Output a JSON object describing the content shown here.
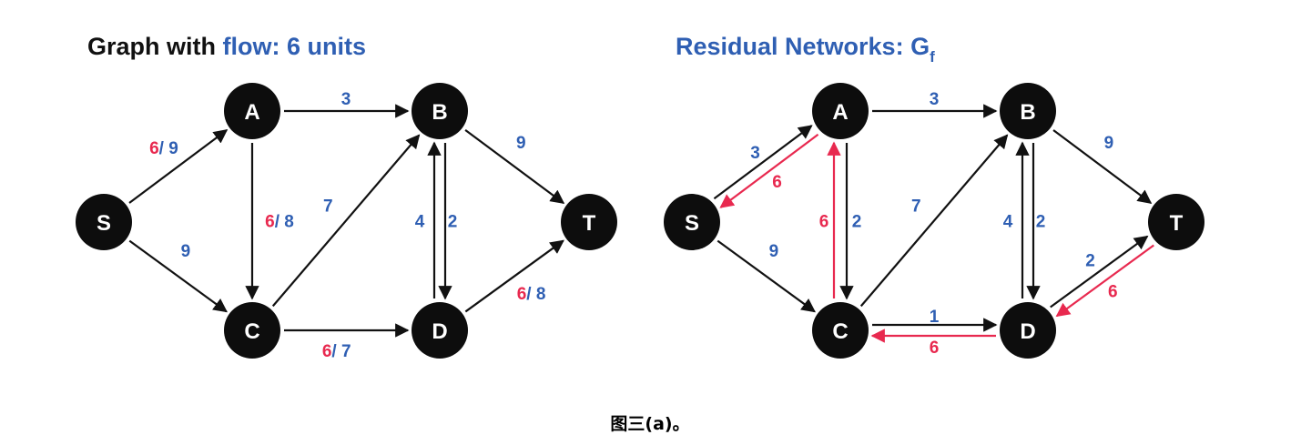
{
  "colors": {
    "black": "#111111",
    "blue": "#2f5fb3",
    "red": "#e8294f",
    "node_fill": "#0d0d0d",
    "node_text": "#ffffff"
  },
  "left_graph": {
    "title_prefix": "Graph with ",
    "title_highlight": "flow: 6 units",
    "nodes": [
      "S",
      "A",
      "B",
      "C",
      "D",
      "T"
    ],
    "edges": [
      {
        "from": "S",
        "to": "A",
        "flow": "6",
        "cap": "9"
      },
      {
        "from": "S",
        "to": "C",
        "flow": "",
        "cap": "9"
      },
      {
        "from": "A",
        "to": "B",
        "flow": "",
        "cap": "3"
      },
      {
        "from": "A",
        "to": "C",
        "flow": "6",
        "cap": "8"
      },
      {
        "from": "C",
        "to": "B",
        "flow": "",
        "cap": "7"
      },
      {
        "from": "B",
        "to": "D",
        "flow": "",
        "cap": "2"
      },
      {
        "from": "D",
        "to": "B",
        "flow": "",
        "cap": "4"
      },
      {
        "from": "C",
        "to": "D",
        "flow": "6",
        "cap": "7"
      },
      {
        "from": "B",
        "to": "T",
        "flow": "",
        "cap": "9"
      },
      {
        "from": "D",
        "to": "T",
        "flow": "6",
        "cap": "8"
      }
    ]
  },
  "right_graph": {
    "title_main": "Residual Networks: G",
    "title_subscript": "f",
    "nodes": [
      "S",
      "A",
      "B",
      "C",
      "D",
      "T"
    ],
    "edges": [
      {
        "from": "S",
        "to": "A",
        "value": "3",
        "type": "forward"
      },
      {
        "from": "A",
        "to": "S",
        "value": "6",
        "type": "residual"
      },
      {
        "from": "S",
        "to": "C",
        "value": "9",
        "type": "forward"
      },
      {
        "from": "A",
        "to": "B",
        "value": "3",
        "type": "forward"
      },
      {
        "from": "A",
        "to": "C",
        "value": "2",
        "type": "forward"
      },
      {
        "from": "C",
        "to": "A",
        "value": "6",
        "type": "residual"
      },
      {
        "from": "C",
        "to": "B",
        "value": "7",
        "type": "forward"
      },
      {
        "from": "B",
        "to": "D",
        "value": "2",
        "type": "forward"
      },
      {
        "from": "D",
        "to": "B",
        "value": "4",
        "type": "forward"
      },
      {
        "from": "C",
        "to": "D",
        "value": "1",
        "type": "forward"
      },
      {
        "from": "D",
        "to": "C",
        "value": "6",
        "type": "residual"
      },
      {
        "from": "B",
        "to": "T",
        "value": "9",
        "type": "forward"
      },
      {
        "from": "D",
        "to": "T",
        "value": "2",
        "type": "forward"
      },
      {
        "from": "T",
        "to": "D",
        "value": "6",
        "type": "residual"
      }
    ]
  },
  "caption": "图三(a)。"
}
